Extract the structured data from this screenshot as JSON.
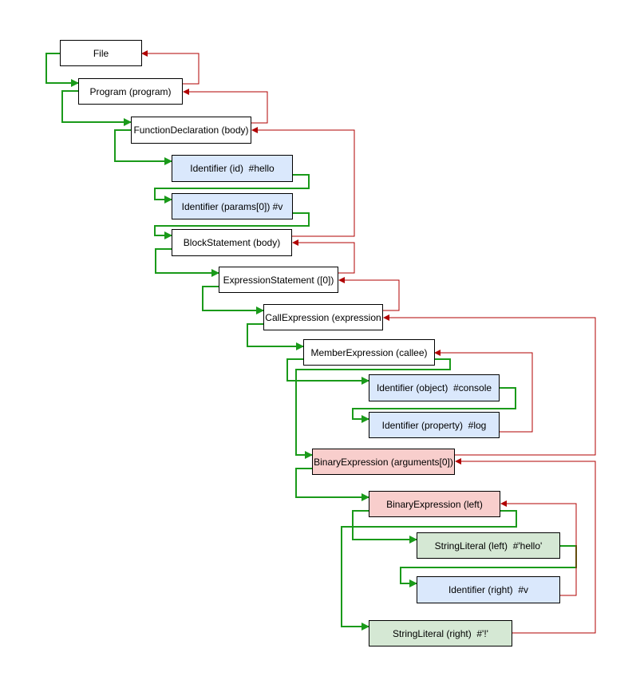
{
  "colors": {
    "white": "#ffffff",
    "blue": "#dae8fc",
    "red": "#f8cecc",
    "green": "#d5e8d4",
    "descend_arrow": "#1a9a1a",
    "return_arrow": "#b00000",
    "border": "#000000"
  },
  "nodes": [
    {
      "id": "file",
      "label": "File",
      "fill": "white"
    },
    {
      "id": "program",
      "label": "Program (program)",
      "fill": "white"
    },
    {
      "id": "funcdecl",
      "label": "FunctionDeclaration (body)",
      "fill": "white"
    },
    {
      "id": "id-hello",
      "label": "Identifier (id)  #hello",
      "fill": "blue"
    },
    {
      "id": "id-params",
      "label": "Identifier (params[0]) #v",
      "fill": "blue"
    },
    {
      "id": "blockstmt",
      "label": "BlockStatement (body)",
      "fill": "white"
    },
    {
      "id": "exprstmt",
      "label": "ExpressionStatement ([0])",
      "fill": "white"
    },
    {
      "id": "callexpr",
      "label": "CallExpression (expression",
      "fill": "white"
    },
    {
      "id": "memberexpr",
      "label": "MemberExpression (callee)",
      "fill": "white"
    },
    {
      "id": "id-console",
      "label": "Identifier (object)  #console",
      "fill": "blue"
    },
    {
      "id": "id-log",
      "label": "Identifier (property)  #log",
      "fill": "blue"
    },
    {
      "id": "binexpr-args",
      "label": "BinaryExpression (arguments[0])",
      "fill": "red"
    },
    {
      "id": "binexpr-left",
      "label": "BinaryExpression (left)",
      "fill": "red"
    },
    {
      "id": "strlit-hello",
      "label": "StringLiteral (left)  #'hello'",
      "fill": "green"
    },
    {
      "id": "id-v",
      "label": "Identifier (right)  #v",
      "fill": "blue"
    },
    {
      "id": "strlit-bang",
      "label": "StringLiteral (right)  #'!'",
      "fill": "green"
    }
  ]
}
